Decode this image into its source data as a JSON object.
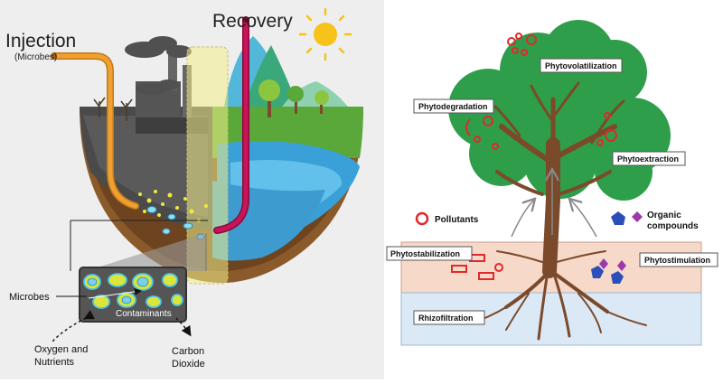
{
  "left_panel": {
    "injection_title": "Injection",
    "injection_subtitle": "(Microbes)",
    "recovery_title": "Recovery",
    "microbes_label": "Microbes",
    "contaminants_label": "Contaminants",
    "oxygen_label_line1": "Oxygen and",
    "oxygen_label_line2": "Nutrients",
    "carbon_label_line1": "Carbon",
    "carbon_label_line2": "Dioxide"
  },
  "right_panel": {
    "phytovolatilization": "Phytovolatilization",
    "phytodegradation": "Phytodegradation",
    "phytoextraction": "Phytoextraction",
    "pollutants_legend": "Pollutants",
    "organic_legend_line1": "Organic",
    "organic_legend_line2": "compounds",
    "phytostabilization": "Phytostabilization",
    "phytostimulation": "Phytostimulation",
    "rhizofiltration": "Rhizofiltration"
  },
  "colors": {
    "left_background": "#eeeeee",
    "tree_canopy": "#2e9e4a",
    "trunk": "#7a4a2a",
    "soil_band": "#f6d9c9",
    "water_band": "#dbe9f6",
    "pollutant_red": "#e02a2a",
    "organic_blue": "#2b4fb8",
    "organic_purple": "#9b3aa8",
    "injection_pipe": "#f0a030",
    "recovery_pipe": "#c8145a"
  }
}
